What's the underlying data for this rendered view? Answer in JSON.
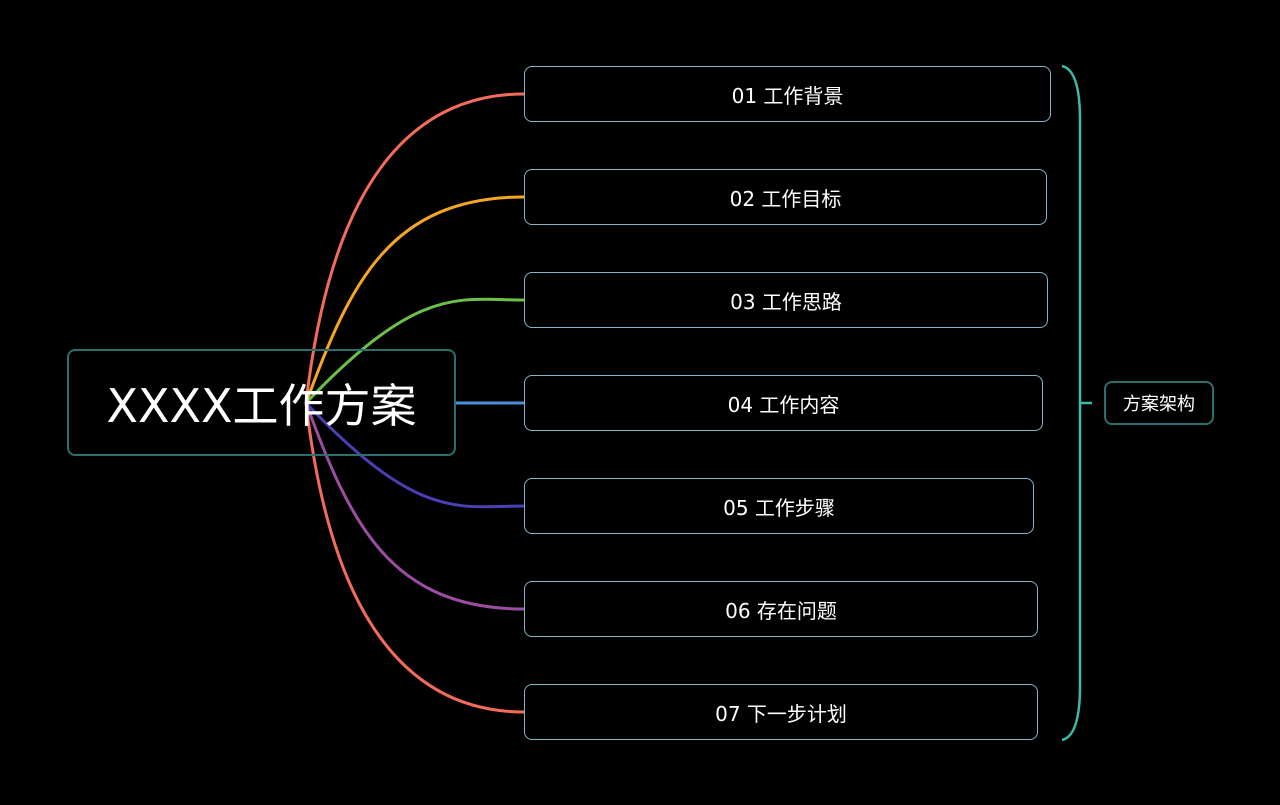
{
  "root": {
    "label": "XXXX工作方案"
  },
  "branches": [
    {
      "label": "01 工作背景",
      "color": "#f26b5b"
    },
    {
      "label": "02 工作目标",
      "color": "#f5a623"
    },
    {
      "label": "03 工作思路",
      "color": "#6cc04a"
    },
    {
      "label": "04 工作内容",
      "color": "#4a90d9"
    },
    {
      "label": "05 工作步骤",
      "color": "#4a3fb5"
    },
    {
      "label": "06 存在问题",
      "color": "#9b4ea0"
    },
    {
      "label": "07 下一步计划",
      "color": "#f26b5b"
    }
  ],
  "summary": {
    "label": "方案架构",
    "bracket_color": "#3fb8a8"
  }
}
